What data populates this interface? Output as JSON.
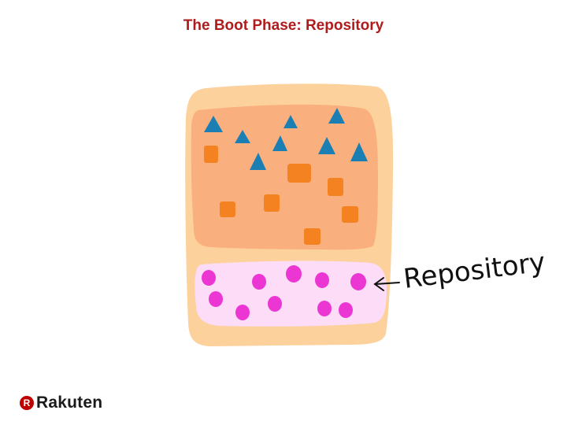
{
  "slide": {
    "title": "The Boot Phase: Repository"
  },
  "diagram": {
    "annotation": "Repository",
    "colors": {
      "outer_fill": "#fdd19c",
      "upper_region": "#f9b07e",
      "repository_region": "#fcdcf6",
      "triangle_marks": "#1c7fb4",
      "square_marks": "#f58220",
      "dot_marks": "#ec36d4",
      "annotation_ink": "#111111"
    }
  },
  "brand": {
    "logo_mark": "R",
    "name": "Rakuten",
    "color": "#bf0000"
  }
}
